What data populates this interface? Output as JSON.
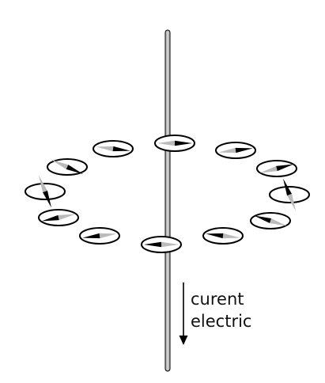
{
  "labels": {
    "line1": "curent",
    "line2": "electric"
  },
  "current_direction": "down",
  "compass_count": 12,
  "compasses": [
    {
      "needle_deg": 0
    },
    {
      "needle_deg": 15
    },
    {
      "needle_deg": 45
    },
    {
      "needle_deg": 80
    },
    {
      "needle_deg": 155
    },
    {
      "needle_deg": 165
    },
    {
      "needle_deg": 180
    },
    {
      "needle_deg": 195
    },
    {
      "needle_deg": 215
    },
    {
      "needle_deg": 260
    },
    {
      "needle_deg": 330
    },
    {
      "needle_deg": 345
    }
  ],
  "colors": {
    "wire": "#b8b8b8",
    "outline": "#000000",
    "needle_north": "#000000",
    "needle_south": "#bbbbbb"
  }
}
